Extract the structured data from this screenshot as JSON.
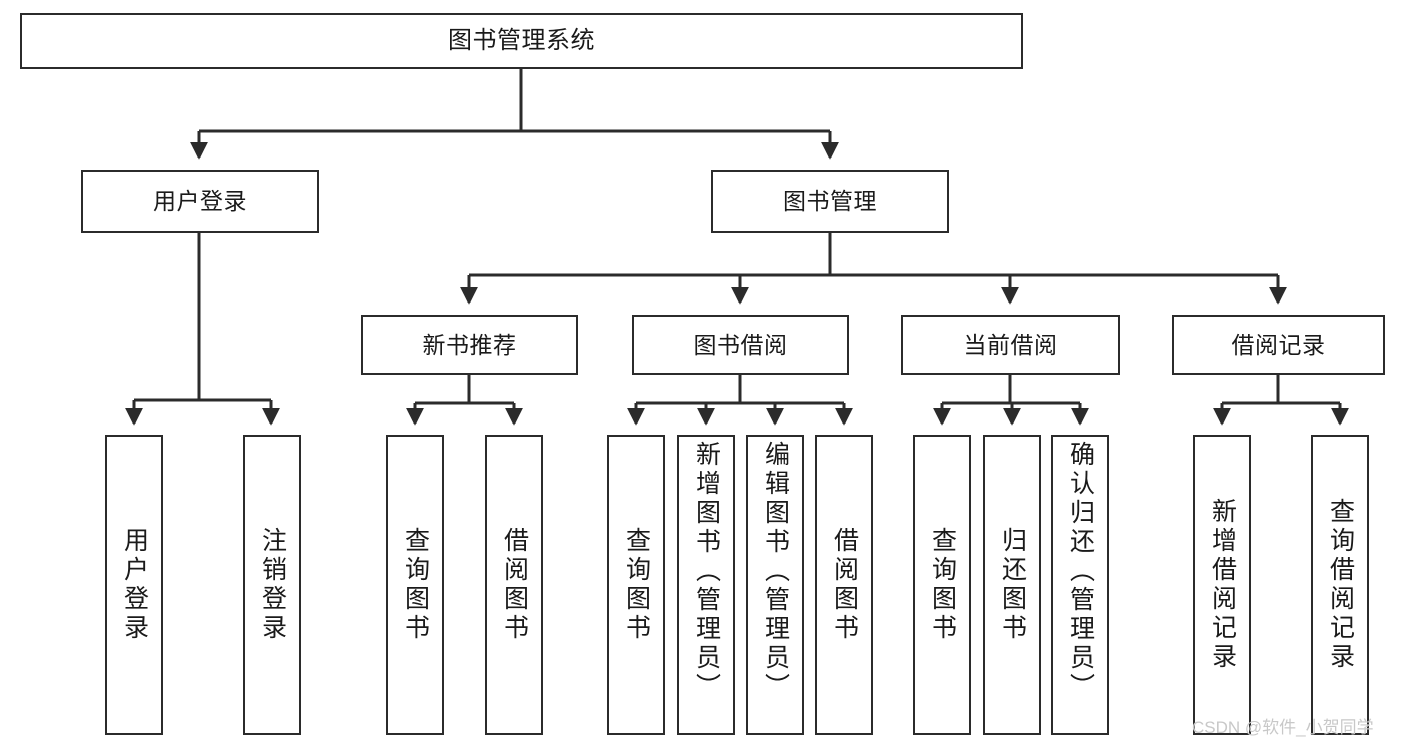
{
  "diagram": {
    "type": "tree",
    "title": "图书管理系统",
    "orientation": "top-down",
    "colors": {
      "box_border": "#2b2b2b",
      "box_fill": "#ffffff",
      "edge": "#2b2b2b",
      "background": "#ffffff",
      "watermark": "#c8c8c8"
    },
    "nodes": {
      "root": {
        "label": "图书管理系统"
      },
      "level2": [
        {
          "id": "user_login",
          "label": "用户登录"
        },
        {
          "id": "book_manage",
          "label": "图书管理"
        }
      ],
      "level3": [
        {
          "id": "new_book_rec",
          "label": "新书推荐"
        },
        {
          "id": "book_borrow",
          "label": "图书借阅"
        },
        {
          "id": "current_borrow",
          "label": "当前借阅"
        },
        {
          "id": "borrow_record",
          "label": "借阅记录"
        }
      ],
      "leaves_user_login": [
        {
          "id": "leaf_user_login",
          "label": "用户登录"
        },
        {
          "id": "leaf_logout",
          "label": "注销登录"
        }
      ],
      "leaves_new_book_rec": [
        {
          "id": "leaf_query_book_1",
          "label": "查询图书"
        },
        {
          "id": "leaf_borrow_book_1",
          "label": "借阅图书"
        }
      ],
      "leaves_book_borrow": [
        {
          "id": "leaf_query_book_2",
          "label": "查询图书"
        },
        {
          "id": "leaf_add_book",
          "label": "新增图书（管理员）"
        },
        {
          "id": "leaf_edit_book",
          "label": "编辑图书（管理员）"
        },
        {
          "id": "leaf_borrow_book_2",
          "label": "借阅图书"
        }
      ],
      "leaves_current_borrow": [
        {
          "id": "leaf_query_book_3",
          "label": "查询图书"
        },
        {
          "id": "leaf_return_book",
          "label": "归还图书"
        },
        {
          "id": "leaf_confirm_return",
          "label": "确认归还（管理员）"
        }
      ],
      "leaves_borrow_record": [
        {
          "id": "leaf_add_record",
          "label": "新增借阅记录"
        },
        {
          "id": "leaf_query_record",
          "label": "查询借阅记录"
        }
      ]
    },
    "watermark": "CSDN @软件_小贺同学"
  }
}
